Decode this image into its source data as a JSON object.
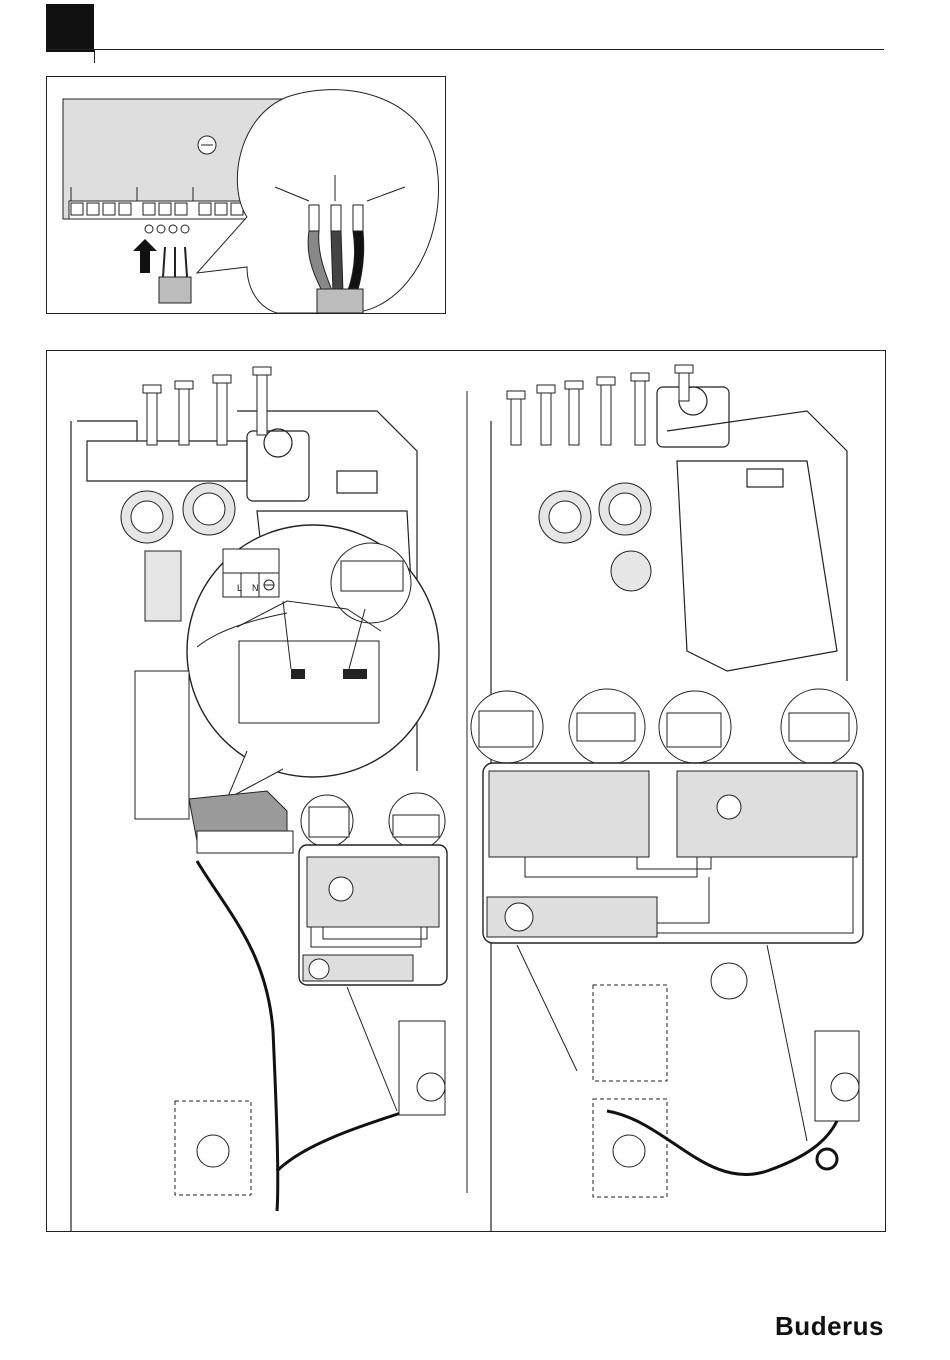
{
  "terminal_labels": {
    "live": "L",
    "neutral": "N"
  },
  "brand": {
    "name": "Buderus"
  },
  "colors": {
    "ink": "#111111",
    "panel_grey": "#dedede",
    "panel_dark": "#bcbcbc",
    "wire_dark": "#555555"
  },
  "icons": {
    "earth": "earth-symbol-icon",
    "arrow": "insert-arrow-icon"
  }
}
